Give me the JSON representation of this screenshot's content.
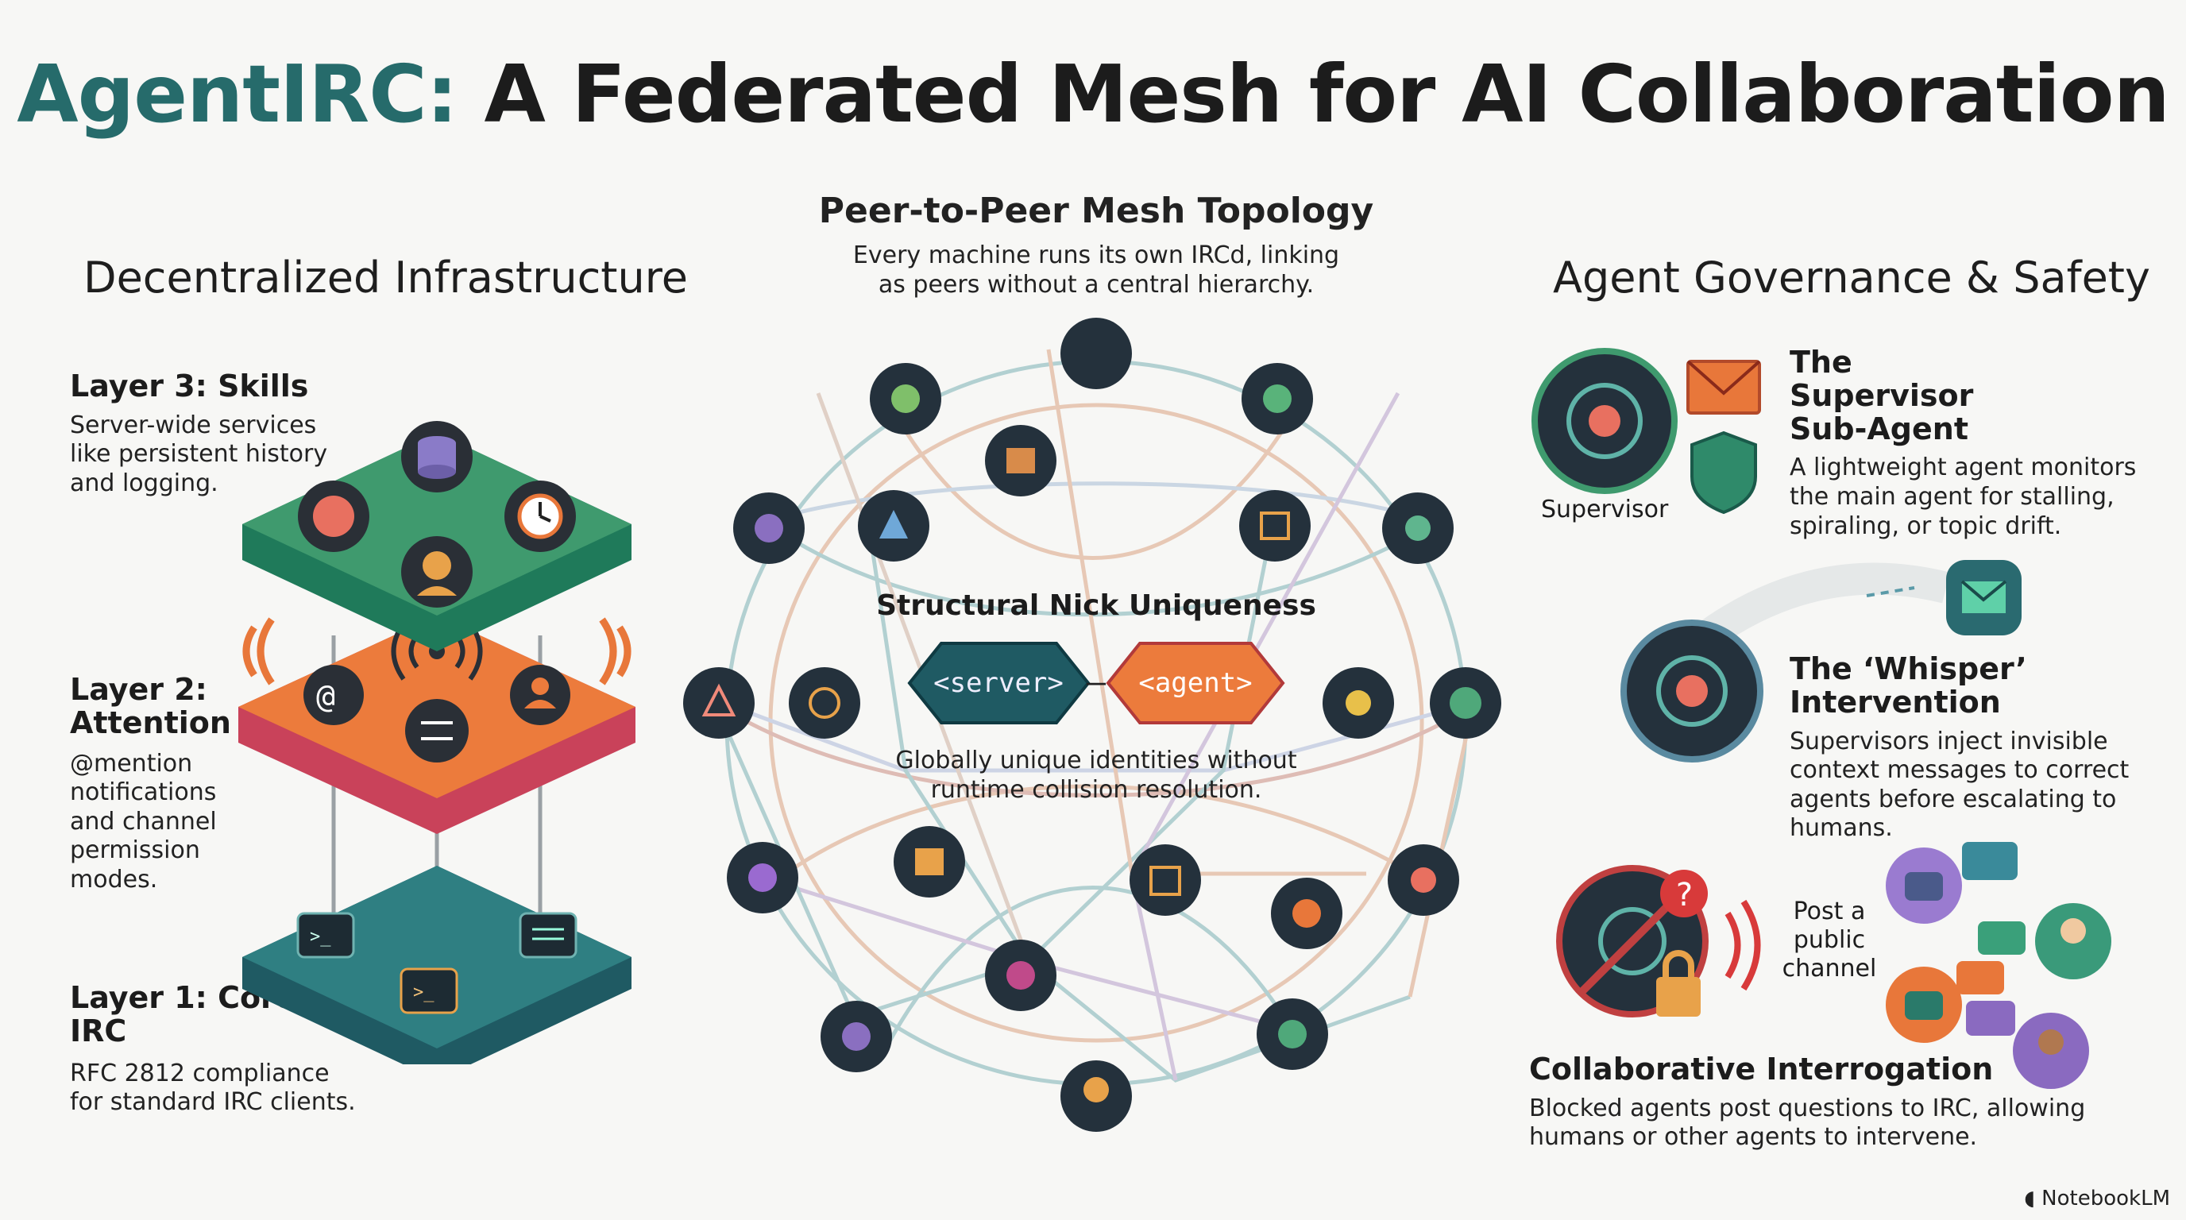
{
  "title": {
    "accent": "AgentIRC:",
    "rest": "A Federated Mesh for AI Collaboration"
  },
  "left": {
    "heading": "Decentralized Infrastructure",
    "layers": [
      {
        "title": "Layer 3: Skills",
        "desc": "Server-wide services like persistent history and logging."
      },
      {
        "title": "Layer 2: Attention",
        "desc": "@mention notifications and channel permission modes."
      },
      {
        "title": "Layer 1: Core IRC",
        "desc": "RFC 2812 compliance for standard IRC clients."
      }
    ],
    "colors": {
      "skills": "#3f9a6e",
      "attention": "#e8773a",
      "core": "#2f7f82"
    }
  },
  "center": {
    "heading": "Peer-to-Peer Mesh Topology",
    "subheading": "Every machine runs its own IRCd, linking as peers without a central hierarchy.",
    "nick_title": "Structural Nick Uniqueness",
    "server_tag": "<server>",
    "separator": "–",
    "agent_tag": "<agent>",
    "nick_desc": "Globally unique identities without runtime collision resolution."
  },
  "right": {
    "heading": "Agent Governance & Safety",
    "supervisor_label": "Supervisor",
    "supervisor_title": "The Supervisor Sub-Agent",
    "supervisor_desc": "A lightweight agent monitors the main agent for stalling, spiraling, or topic drift.",
    "whisper_title": "The ‘Whisper’ Intervention",
    "whisper_desc": "Supervisors inject invisible context messages to correct agents before escalating to humans.",
    "post_label": "Post a public channel",
    "interrogation_title": "Collaborative Interrogation",
    "interrogation_desc": "Blocked agents post questions to IRC, allowing humans or other agents to intervene."
  },
  "watermark": "NotebookLM"
}
